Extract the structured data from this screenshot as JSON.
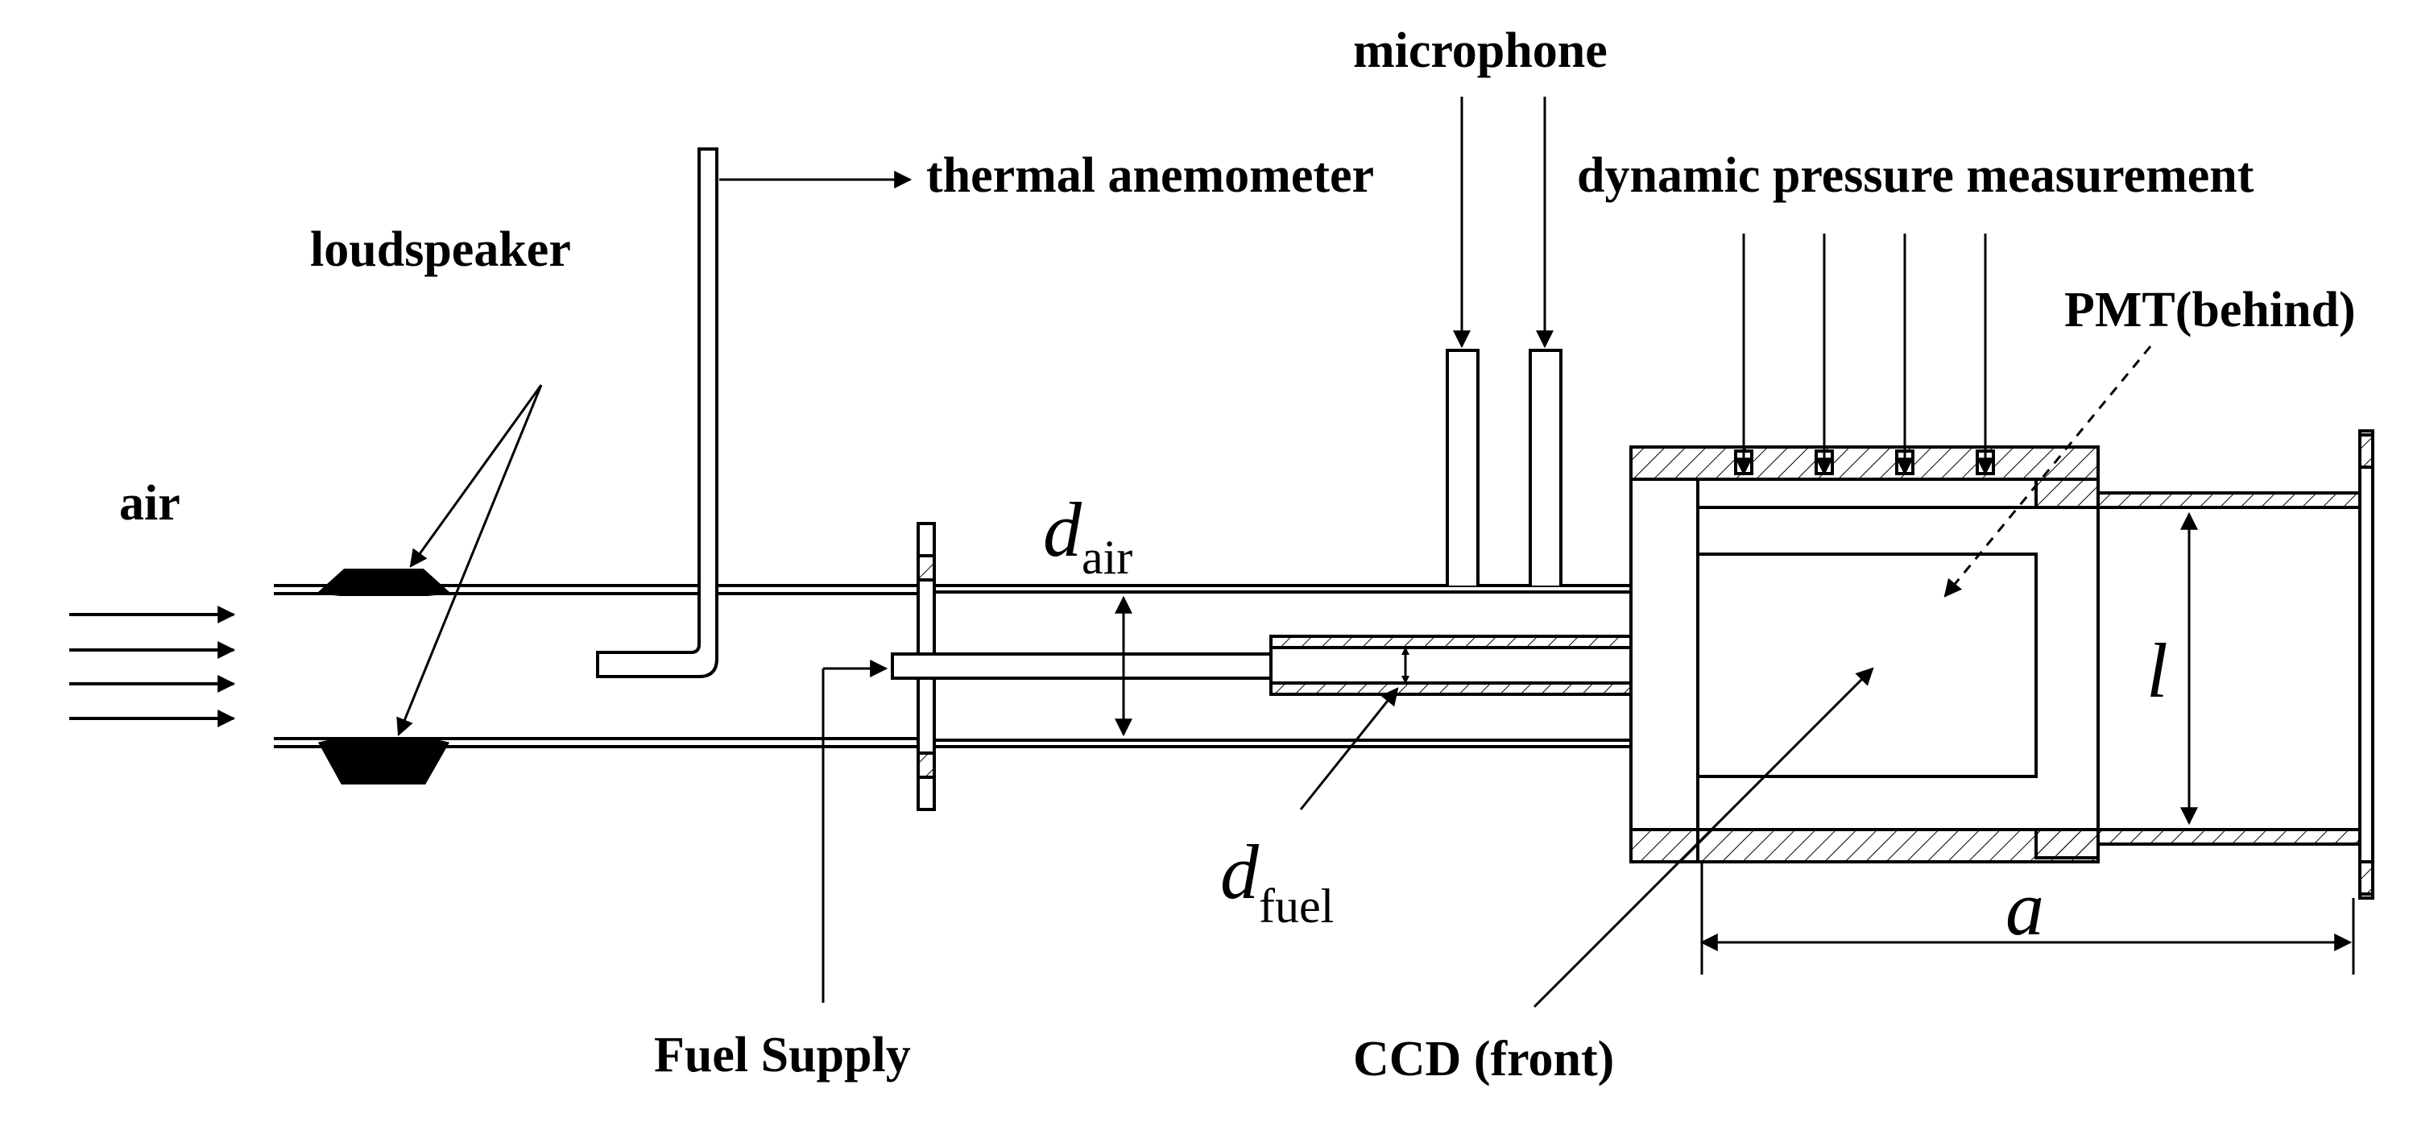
{
  "labels": {
    "air": "air",
    "loudspeaker": "loudspeaker",
    "thermal_anemometer": "thermal anemometer",
    "microphone": "microphone",
    "dynamic_pressure": "dynamic pressure measurement",
    "pmt": "PMT(behind)",
    "fuel_supply": "Fuel Supply",
    "ccd": "CCD (front)"
  },
  "symbols": {
    "d_air": {
      "base": "d",
      "sub": "air"
    },
    "d_fuel": {
      "base": "d",
      "sub": "fuel"
    },
    "l": "l",
    "a": "a"
  },
  "colors": {
    "line": "#000000",
    "background": "#ffffff"
  }
}
